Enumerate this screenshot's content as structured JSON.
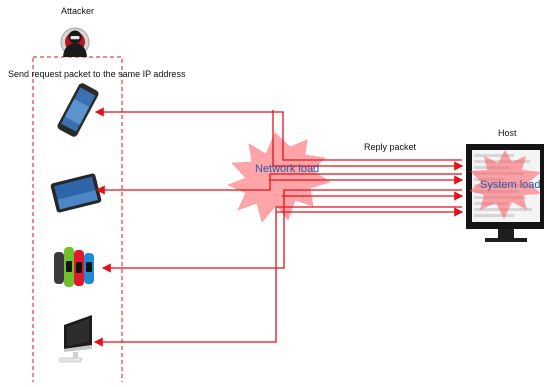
{
  "attacker": {
    "label": "Attacker"
  },
  "send_note": "Send request packet to the same IP address",
  "reply_label": "Reply packet",
  "host": {
    "label": "Host",
    "screen_label": "System load"
  },
  "network_load_label": "Network load",
  "devices": [
    {
      "name": "smartphone",
      "icon": "smartphone-icon"
    },
    {
      "name": "tablet",
      "icon": "tablet-icon"
    },
    {
      "name": "smartwatches",
      "icon": "smartwatch-icon"
    },
    {
      "name": "desktop",
      "icon": "desktop-monitor-icon"
    }
  ],
  "colors": {
    "arrow": "#e0121b",
    "burst": "#ff5a63",
    "label_blue": "#2d5aa8",
    "dashed_box": "#e0121b"
  }
}
